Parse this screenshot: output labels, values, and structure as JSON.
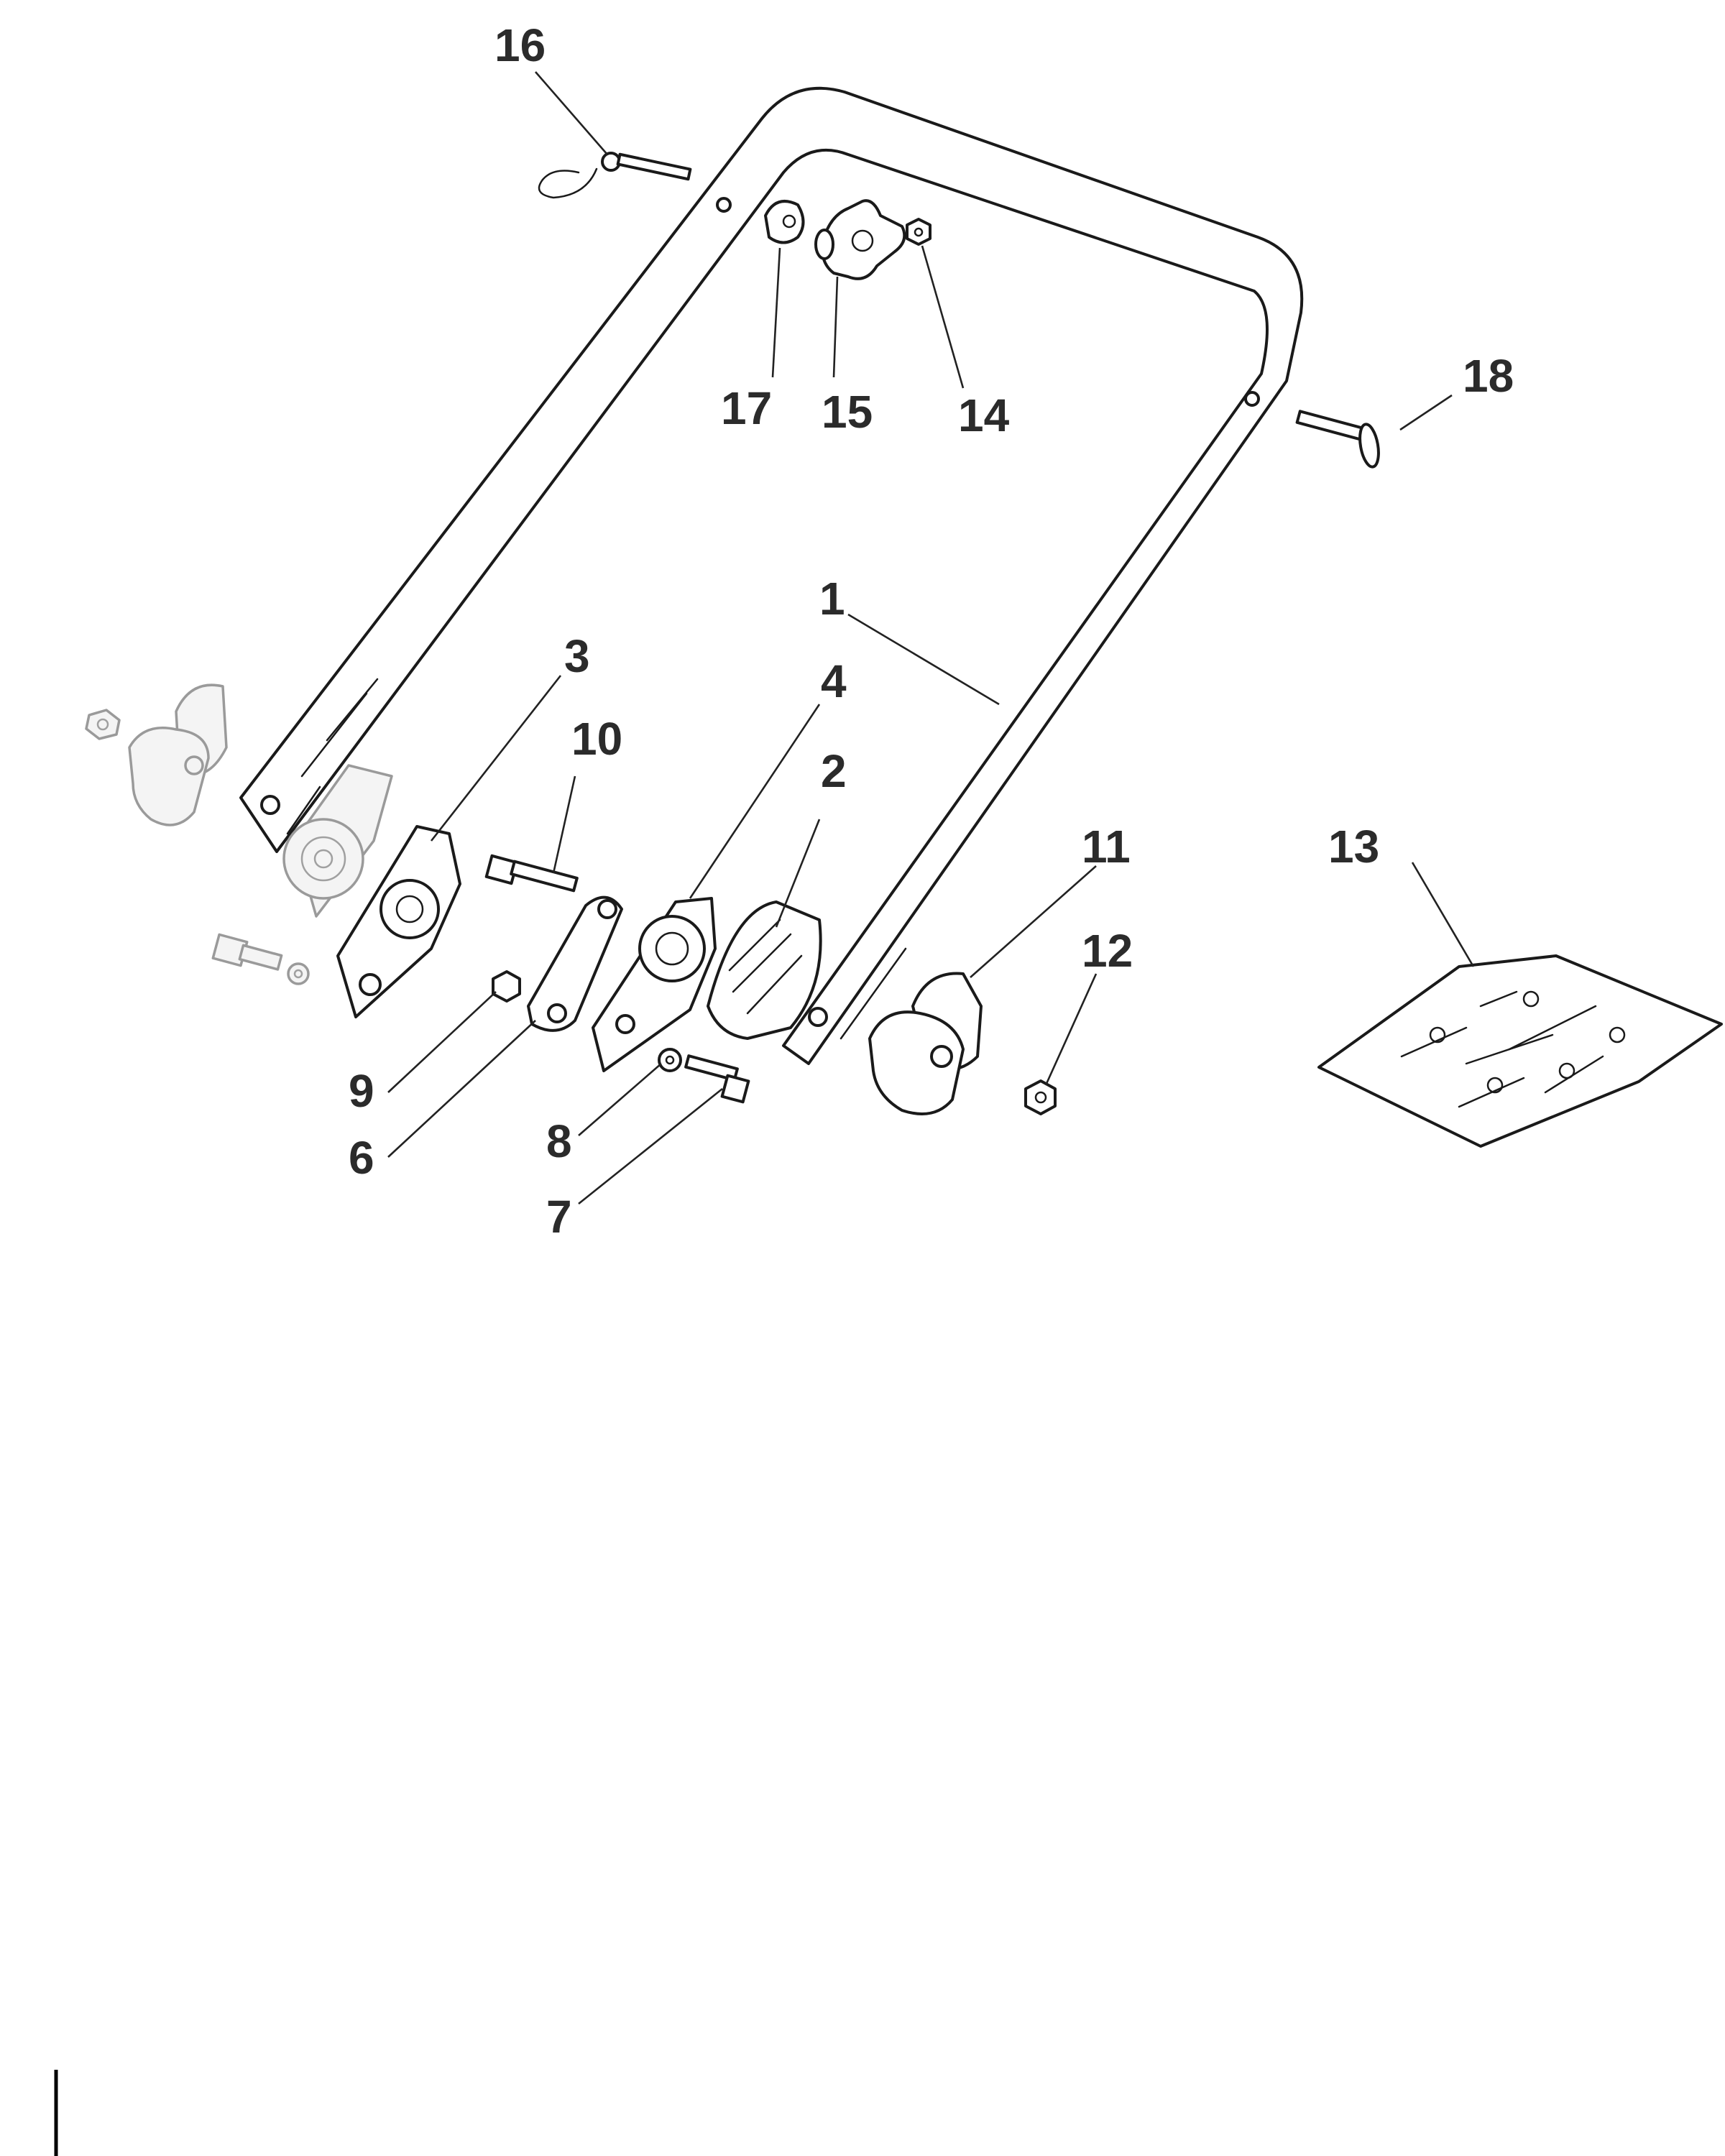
{
  "callouts": [
    {
      "id": "1",
      "text": "1"
    },
    {
      "id": "2",
      "text": "2"
    },
    {
      "id": "3",
      "text": "3"
    },
    {
      "id": "4",
      "text": "4"
    },
    {
      "id": "6",
      "text": "6"
    },
    {
      "id": "7",
      "text": "7"
    },
    {
      "id": "8",
      "text": "8"
    },
    {
      "id": "9",
      "text": "9"
    },
    {
      "id": "10",
      "text": "10"
    },
    {
      "id": "11",
      "text": "11"
    },
    {
      "id": "12",
      "text": "12"
    },
    {
      "id": "13",
      "text": "13"
    },
    {
      "id": "14",
      "text": "14"
    },
    {
      "id": "15",
      "text": "15"
    },
    {
      "id": "16",
      "text": "16"
    },
    {
      "id": "17",
      "text": "17"
    },
    {
      "id": "18",
      "text": "18"
    }
  ],
  "colors": {
    "line": "#1a1a1a",
    "label": "#2b2b2b",
    "ghost": "#9a9a9a",
    "background": "#ffffff"
  }
}
